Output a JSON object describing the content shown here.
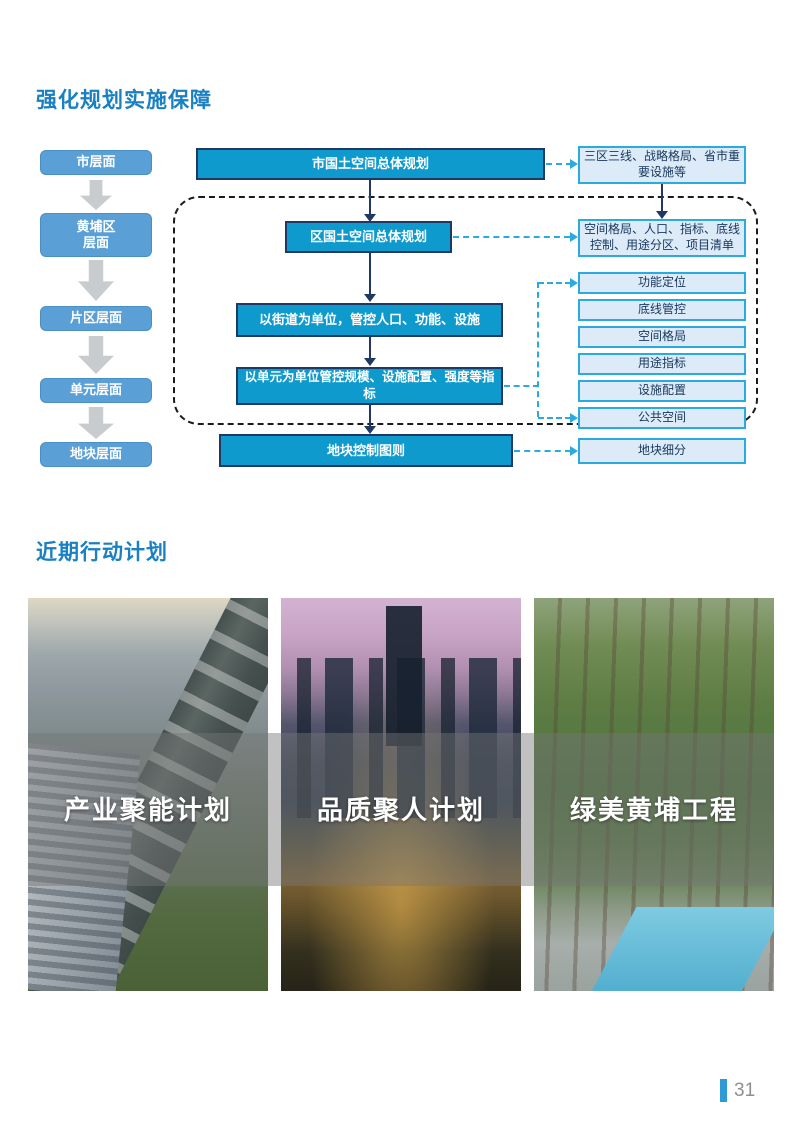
{
  "page": {
    "section1_title": "强化规划实施保障",
    "section2_title": "近期行动计划",
    "page_number": "31"
  },
  "flowchart": {
    "levels": [
      {
        "label": "市层面"
      },
      {
        "label": "黄埔区\n层面"
      },
      {
        "label": "片区层面"
      },
      {
        "label": "单元层面"
      },
      {
        "label": "地块层面"
      }
    ],
    "main": [
      {
        "label": "市国土空间总体规划"
      },
      {
        "label": "区国土空间总体规划"
      },
      {
        "label": "以街道为单位，管控人口、功能、设施"
      },
      {
        "label": "以单元为单位管控规模、设施配置、强度等指标"
      },
      {
        "label": "地块控制图则"
      }
    ],
    "right": [
      {
        "label": "三区三线、战略格局、省市重要设施等"
      },
      {
        "label": "空间格局、人口、指标、底线控制、用途分区、项目清单"
      }
    ],
    "unit_items": [
      {
        "label": "功能定位"
      },
      {
        "label": "底线管控"
      },
      {
        "label": "空间格局"
      },
      {
        "label": "用途指标"
      },
      {
        "label": "设施配置"
      },
      {
        "label": "公共空间"
      }
    ],
    "plot_detail": {
      "label": "地块细分"
    }
  },
  "actions": {
    "photos": [
      {
        "caption": "产业聚能计划"
      },
      {
        "caption": "品质聚人计划"
      },
      {
        "caption": "绿美黄埔工程"
      }
    ]
  },
  "colors": {
    "title_blue": "#1980C2",
    "box_dark_fill": "#0E9ACD",
    "box_dark_border": "#1F3864",
    "box_light_fill": "#DCEBF7",
    "box_light_border": "#2BAAE2",
    "level_fill": "#5AA0D6",
    "connector_navy": "#1F3864",
    "connector_cyan": "#29ABE2",
    "arrow_gray": "#C9CCCE",
    "footer_bar": "#2E9BD6",
    "page_number_gray": "#8F8F8F"
  }
}
